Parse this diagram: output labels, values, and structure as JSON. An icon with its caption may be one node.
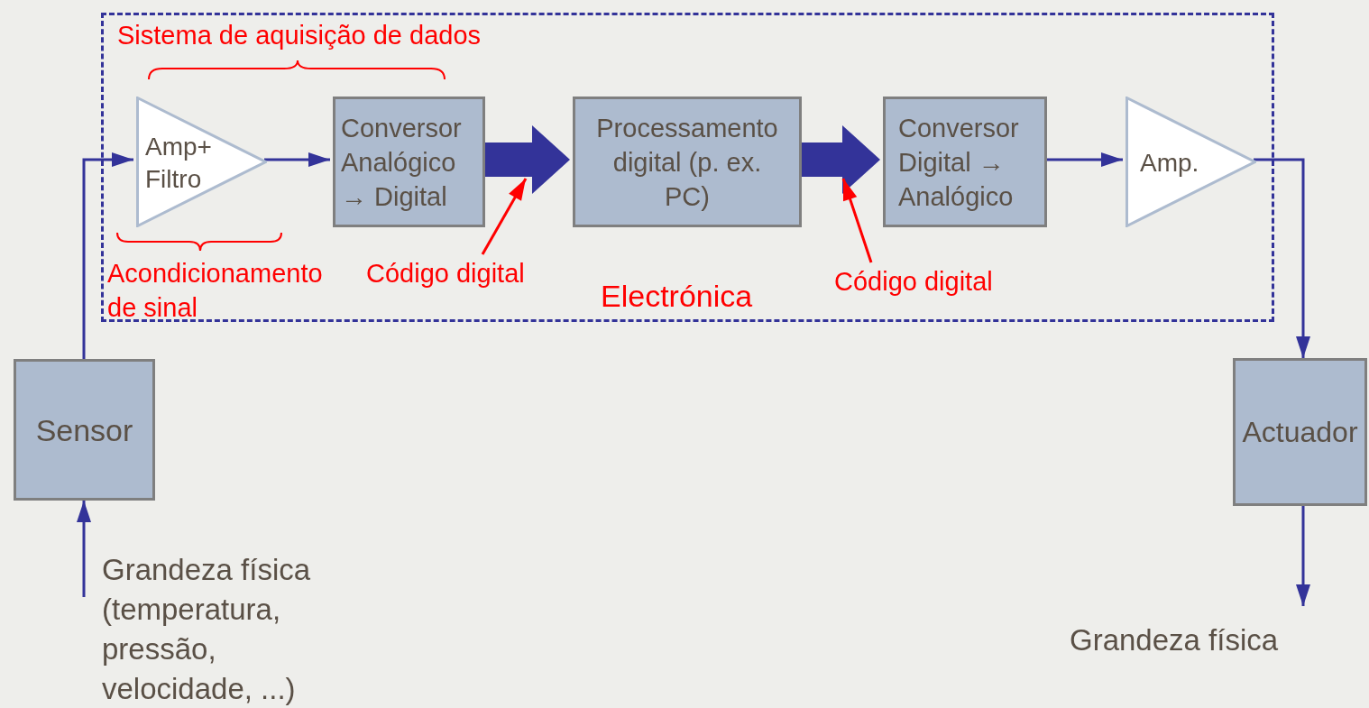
{
  "diagram": {
    "nodes": [
      {
        "text": [
          "Electrónica"
        ]
      },
      {
        "text": [
          "Amp+ Filtro"
        ],
        "in": 0
      },
      {
        "text": [
          "Conversor Analógico → Digital"
        ],
        "in": 0
      },
      {
        "text": [
          "Processamento digital (p. ex. PC)"
        ],
        "in": 0
      },
      {
        "text": [
          "Conversor Digital → Analógico"
        ],
        "in": 0
      },
      {
        "text": [
          "Amp."
        ],
        "in": 0
      },
      {
        "text": [
          "Sensor"
        ]
      },
      {
        "text": [
          "Actuador"
        ]
      },
      {
        "text": [
          "Grandeza física (temperatura, pressão, velocidade, ...)"
        ]
      },
      {
        "text": [
          "Grandeza física"
        ]
      },
      {
        "text": [
          "Código digital"
        ],
        "in": 0
      },
      {
        "text": [
          "Código digital"
        ],
        "in": 0
      }
    ],
    "edges": [
      {
        "from": 8,
        "to": 6,
        "arrow": "to"
      },
      {
        "from": 6,
        "to": 1,
        "arrow": "to"
      },
      {
        "from": 1,
        "to": 2,
        "arrow": "to"
      },
      {
        "from": 2,
        "to": 3,
        "arrow": "to",
        "style": "thick"
      },
      {
        "from": 3,
        "to": 4,
        "arrow": "to",
        "style": "thick"
      },
      {
        "from": 4,
        "to": 5,
        "arrow": "to"
      },
      {
        "from": 5,
        "to": 7,
        "arrow": "to"
      },
      {
        "from": 7,
        "to": 9,
        "arrow": "to"
      },
      {
        "from": 10,
        "to": null,
        "arrow": "to",
        "color": "#ff0000"
      },
      {
        "from": 11,
        "to": null,
        "arrow": "to",
        "color": "#ff0000"
      }
    ],
    "labels": [
      "Sistema de aquisição de dados",
      "Acondicionamento de sinal"
    ]
  }
}
